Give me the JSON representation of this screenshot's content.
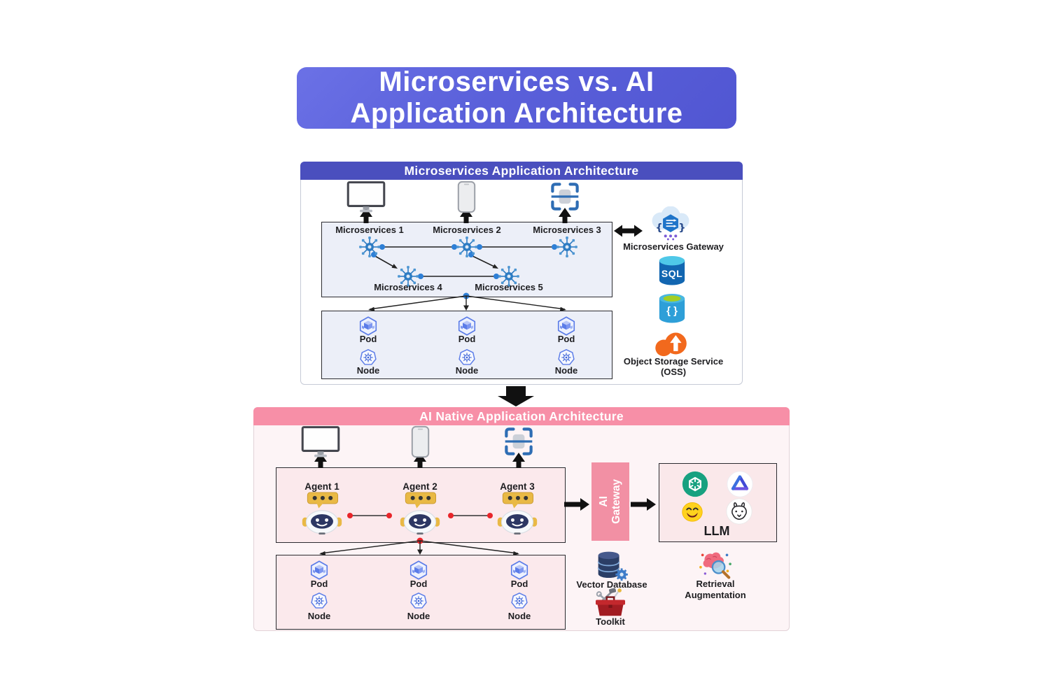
{
  "title": {
    "line1": "Microservices vs. AI",
    "line2": "Application Architecture"
  },
  "colors": {
    "title_bg": "#5a60da",
    "micro_header_bg": "#4a4fbe",
    "ai_header_bg": "#f78fa7",
    "micro_box_bg": "#eceff8",
    "ai_box_bg": "#fbe9ec",
    "ai_gateway_bg": "#f290a4",
    "service_hub_blue": "#2e7cc3",
    "kubernetes_blue": "#5b7ce8",
    "connector_dot_blue": "#2e7fd6",
    "connector_dot_red": "#e8252a",
    "oss_orange": "#f2691d"
  },
  "micro": {
    "header": "Microservices Application Architecture",
    "services": [
      "Microservices 1",
      "Microservices 2",
      "Microservices 3",
      "Microservices 4",
      "Microservices 5"
    ],
    "gateway": "Microservices Gateway",
    "sql": "SQL",
    "braces": "{ }",
    "oss1": "Object Storage Service",
    "oss2": "(OSS)"
  },
  "k8s": {
    "pod": "Pod",
    "node": "Node"
  },
  "ai": {
    "header": "AI Native Application Architecture",
    "agents": [
      "Agent 1",
      "Agent 2",
      "Agent 3"
    ],
    "gateway_l1": "AI",
    "gateway_l2": "Gateway",
    "llm": "LLM",
    "vector_db": "Vector Database",
    "toolkit": "Toolkit",
    "retrieval1": "Retrieval",
    "retrieval2": "Augmentation"
  },
  "icons": {
    "devices": [
      "monitor-icon",
      "smartphone-icon",
      "scan-frame-icon"
    ],
    "microservice": "service-hub-icon",
    "pod": "kubernetes-pod-icon",
    "node": "kubernetes-node-icon",
    "microservices_gateway": "api-gateway-cloud-icon",
    "sql_database": "sql-database-cylinder-icon",
    "nosql_database": "json-database-cylinder-icon",
    "object_storage": "orange-cloud-upload-icon",
    "agent": "robot-chat-icon",
    "llm_logos": [
      "openai-icon",
      "zhipu-icon",
      "huggingface-icon",
      "llama-icon"
    ],
    "vector_database": "stacked-database-gear-icon",
    "toolkit": "toolbox-icon",
    "retrieval_augmentation": "brain-magnifier-icon"
  }
}
